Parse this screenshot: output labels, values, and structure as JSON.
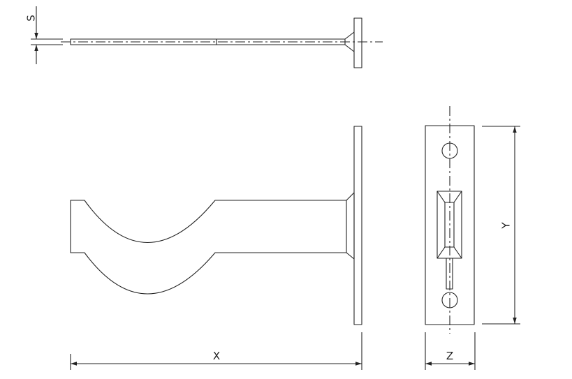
{
  "colors": {
    "line": "#222222",
    "centerline": "#333333",
    "background": "#ffffff"
  },
  "dimensions": {
    "thickness": "S",
    "length": "X",
    "height": "Y",
    "width": "Z"
  }
}
